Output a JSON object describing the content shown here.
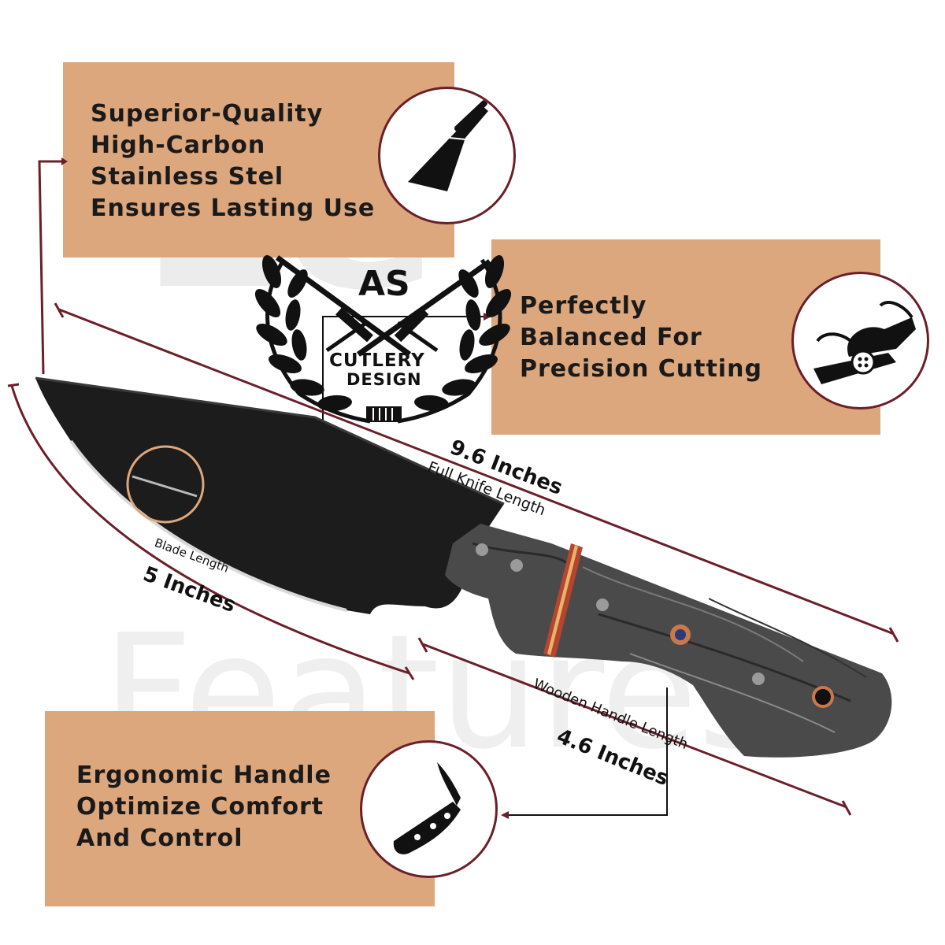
{
  "watermarks": {
    "big_word": "ze",
    "lines": [
      "ze",
      "Features"
    ]
  },
  "features": [
    {
      "lines": [
        "Superior-Quality",
        "High-Carbon",
        "Stainless Stel",
        "Ensures Lasting Use"
      ],
      "icon": "blade-icon"
    },
    {
      "lines": [
        "Perfectly",
        "Balanced For",
        "Precision Cutting"
      ],
      "icon": "hand-grip-icon"
    },
    {
      "lines": [
        "Ergonomic Handle",
        "Optimize Comfort",
        "And Control"
      ],
      "icon": "handle-icon"
    }
  ],
  "logo": {
    "initials": "AS",
    "line1": "CUTLERY",
    "line2": "DESIGN"
  },
  "dimensions": {
    "full": {
      "value": "9.6 Inches",
      "label": "Full Knife Length"
    },
    "blade": {
      "value": "5 Inches",
      "label": "Blade Length"
    },
    "handle": {
      "value": "4.6 Inches",
      "label": "Wooden Handle Length"
    }
  },
  "colors": {
    "panel": "#dda77d",
    "accent_line": "#6b1f2a",
    "text": "#1a1a1a",
    "blade": "#1c1c1c",
    "handle_wood": "#4a4a4a"
  }
}
